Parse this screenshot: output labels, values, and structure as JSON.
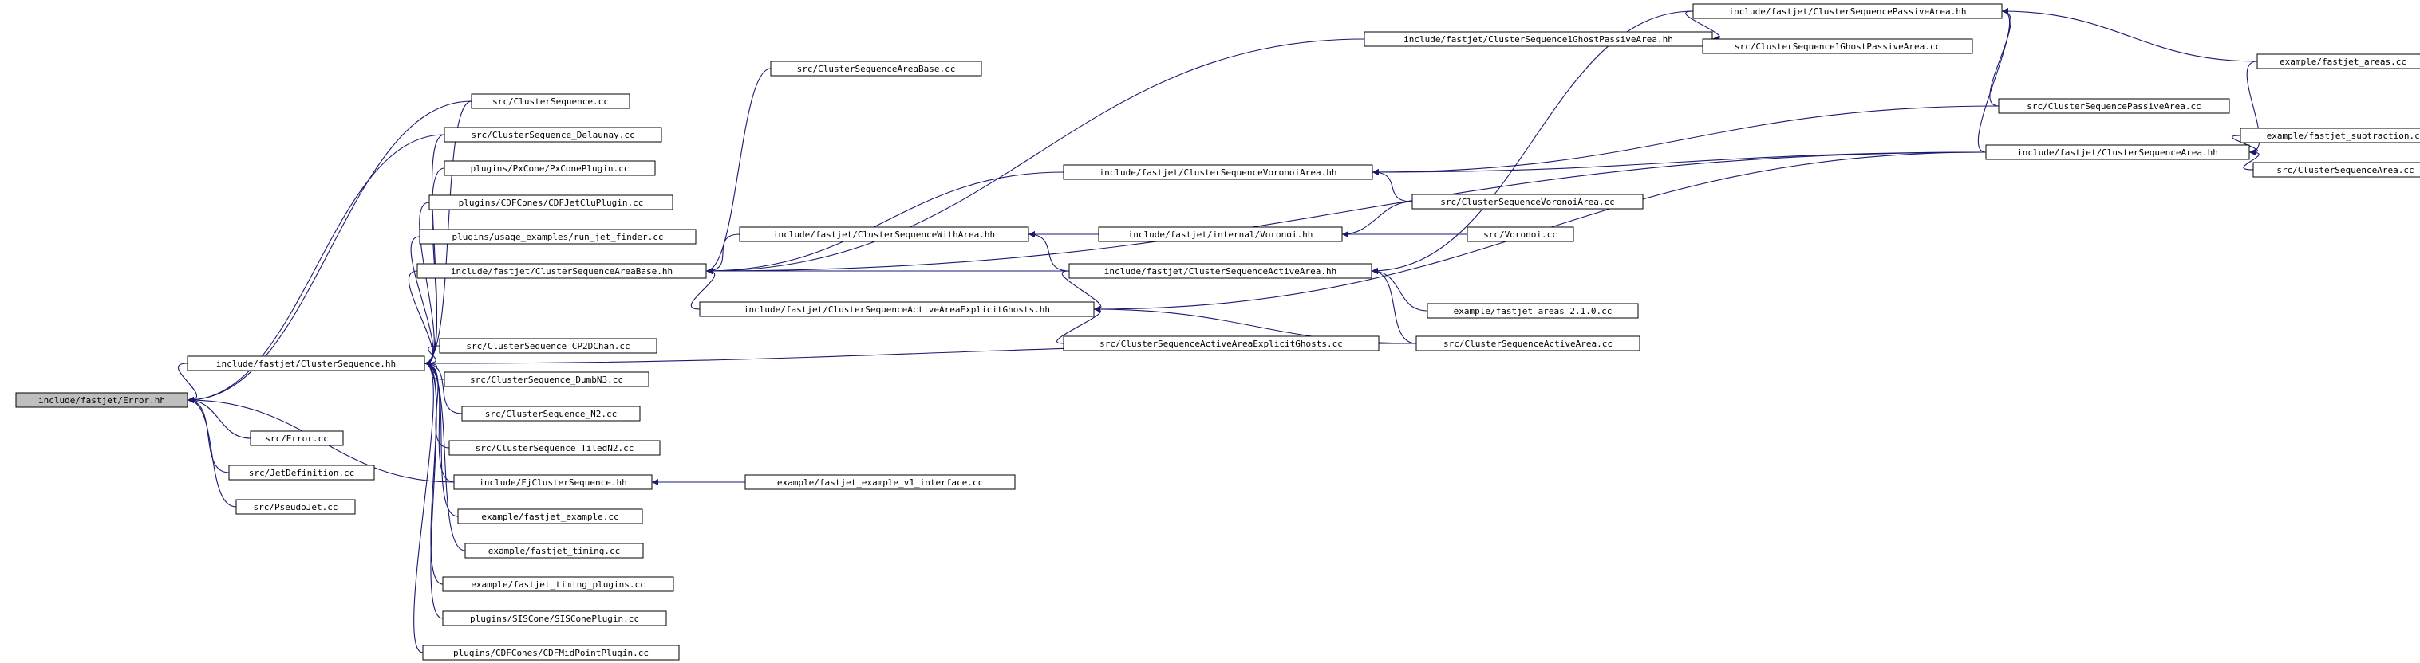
{
  "title": "",
  "nodes": [
    {
      "id": "err",
      "label": "include/fastjet/Error.hh",
      "highlight": true
    },
    {
      "id": "cs_hh",
      "label": "include/fastjet/ClusterSequence.hh"
    },
    {
      "id": "error_cc",
      "label": "src/Error.cc"
    },
    {
      "id": "jetdef_cc",
      "label": "src/JetDefinition.cc"
    },
    {
      "id": "pseudo_cc",
      "label": "src/PseudoJet.cc"
    },
    {
      "id": "cs_cc",
      "label": "src/ClusterSequence.cc"
    },
    {
      "id": "cs_delaunay",
      "label": "src/ClusterSequence_Delaunay.cc"
    },
    {
      "id": "pxcone",
      "label": "plugins/PxCone/PxConePlugin.cc"
    },
    {
      "id": "cdfjetclu",
      "label": "plugins/CDFCones/CDFJetCluPlugin.cc"
    },
    {
      "id": "runjet",
      "label": "plugins/usage_examples/run_jet_finder.cc"
    },
    {
      "id": "csab_hh",
      "label": "include/fastjet/ClusterSequenceAreaBase.hh"
    },
    {
      "id": "cs_cp2d",
      "label": "src/ClusterSequence_CP2DChan.cc"
    },
    {
      "id": "cs_dumbn3",
      "label": "src/ClusterSequence_DumbN3.cc"
    },
    {
      "id": "cs_n2",
      "label": "src/ClusterSequence_N2.cc"
    },
    {
      "id": "cs_tiled",
      "label": "src/ClusterSequence_TiledN2.cc"
    },
    {
      "id": "fjcs_hh",
      "label": "include/FjClusterSequence.hh"
    },
    {
      "id": "ex_example",
      "label": "example/fastjet_example.cc"
    },
    {
      "id": "ex_timing",
      "label": "example/fastjet_timing.cc"
    },
    {
      "id": "ex_timing_pl",
      "label": "example/fastjet_timing_plugins.cc"
    },
    {
      "id": "siscone",
      "label": "plugins/SISCone/SISConePlugin.cc"
    },
    {
      "id": "cdfmid",
      "label": "plugins/CDFCones/CDFMidPointPlugin.cc"
    },
    {
      "id": "ex_v1",
      "label": "example/fastjet_example_v1_interface.cc"
    },
    {
      "id": "csab_cc",
      "label": "src/ClusterSequenceAreaBase.cc"
    },
    {
      "id": "cswa_hh",
      "label": "include/fastjet/ClusterSequenceWithArea.hh"
    },
    {
      "id": "csaaeg_hh",
      "label": "include/fastjet/ClusterSequenceActiveAreaExplicitGhosts.hh"
    },
    {
      "id": "cs1gpa_hh",
      "label": "include/fastjet/ClusterSequence1GhostPassiveArea.hh"
    },
    {
      "id": "csva_hh",
      "label": "include/fastjet/ClusterSequenceVoronoiArea.hh"
    },
    {
      "id": "voronoi_hh",
      "label": "include/fastjet/internal/Voronoi.hh"
    },
    {
      "id": "csaa_hh",
      "label": "include/fastjet/ClusterSequenceActiveArea.hh"
    },
    {
      "id": "csaaeg_cc",
      "label": "src/ClusterSequenceActiveAreaExplicitGhosts.cc"
    },
    {
      "id": "cspa_hh",
      "label": "include/fastjet/ClusterSequencePassiveArea.hh"
    },
    {
      "id": "cs1gpa_cc",
      "label": "src/ClusterSequence1GhostPassiveArea.cc"
    },
    {
      "id": "csva_cc",
      "label": "src/ClusterSequenceVoronoiArea.cc"
    },
    {
      "id": "voronoi_cc",
      "label": "src/Voronoi.cc"
    },
    {
      "id": "ex_areas21",
      "label": "example/fastjet_areas_2.1.0.cc"
    },
    {
      "id": "csaa_cc",
      "label": "src/ClusterSequenceActiveArea.cc"
    },
    {
      "id": "cspa_cc",
      "label": "src/ClusterSequencePassiveArea.cc"
    },
    {
      "id": "csa_hh",
      "label": "include/fastjet/ClusterSequenceArea.hh"
    },
    {
      "id": "ex_areas",
      "label": "example/fastjet_areas.cc"
    },
    {
      "id": "ex_sub",
      "label": "example/fastjet_subtraction.cc"
    },
    {
      "id": "csa_cc",
      "label": "src/ClusterSequenceArea.cc"
    }
  ],
  "edges": [
    [
      "cs_hh",
      "err"
    ],
    [
      "error_cc",
      "err"
    ],
    [
      "jetdef_cc",
      "err"
    ],
    [
      "pseudo_cc",
      "err"
    ],
    [
      "cs_cc",
      "err"
    ],
    [
      "cs_delaunay",
      "err"
    ],
    [
      "fjcs_hh",
      "err"
    ],
    [
      "cs_cc",
      "cs_hh"
    ],
    [
      "cs_delaunay",
      "cs_hh"
    ],
    [
      "pxcone",
      "cs_hh"
    ],
    [
      "cdfjetclu",
      "cs_hh"
    ],
    [
      "runjet",
      "cs_hh"
    ],
    [
      "csab_hh",
      "cs_hh"
    ],
    [
      "cs_cp2d",
      "cs_hh"
    ],
    [
      "cs_dumbn3",
      "cs_hh"
    ],
    [
      "cs_n2",
      "cs_hh"
    ],
    [
      "cs_tiled",
      "cs_hh"
    ],
    [
      "fjcs_hh",
      "cs_hh"
    ],
    [
      "ex_example",
      "cs_hh"
    ],
    [
      "ex_timing",
      "cs_hh"
    ],
    [
      "ex_timing_pl",
      "cs_hh"
    ],
    [
      "siscone",
      "cs_hh"
    ],
    [
      "cdfmid",
      "cs_hh"
    ],
    [
      "csaa_cc",
      "cs_hh"
    ],
    [
      "ex_v1",
      "fjcs_hh"
    ],
    [
      "csab_cc",
      "csab_hh"
    ],
    [
      "cswa_hh",
      "csab_hh"
    ],
    [
      "csaaeg_hh",
      "csab_hh"
    ],
    [
      "cs1gpa_hh",
      "csab_hh"
    ],
    [
      "csva_hh",
      "csab_hh"
    ],
    [
      "csaa_hh",
      "csab_hh"
    ],
    [
      "csa_hh",
      "csab_hh"
    ],
    [
      "voronoi_hh",
      "cswa_hh"
    ],
    [
      "csaa_hh",
      "cswa_hh"
    ],
    [
      "csaa_hh",
      "csaaeg_hh"
    ],
    [
      "csaaeg_cc",
      "csaaeg_hh"
    ],
    [
      "csaa_cc",
      "csaaeg_hh"
    ],
    [
      "csa_hh",
      "csaaeg_hh"
    ],
    [
      "cspa_hh",
      "cs1gpa_hh"
    ],
    [
      "cs1gpa_cc",
      "cs1gpa_hh"
    ],
    [
      "csva_cc",
      "csva_hh"
    ],
    [
      "csa_hh",
      "csva_hh"
    ],
    [
      "cspa_cc",
      "csva_hh"
    ],
    [
      "voronoi_cc",
      "voronoi_hh"
    ],
    [
      "csva_cc",
      "voronoi_hh"
    ],
    [
      "ex_areas21",
      "csaa_hh"
    ],
    [
      "csaa_cc",
      "csaa_hh"
    ],
    [
      "cspa_hh",
      "csaa_hh"
    ],
    [
      "cspa_cc",
      "cspa_hh"
    ],
    [
      "csa_hh",
      "cspa_hh"
    ],
    [
      "ex_areas",
      "cspa_hh"
    ],
    [
      "ex_areas",
      "csa_hh"
    ],
    [
      "ex_sub",
      "csa_hh"
    ],
    [
      "csa_cc",
      "csa_hh"
    ]
  ],
  "colors": {
    "edge": "#191970",
    "node_border": "#000000",
    "node_fill": "#ffffff",
    "highlight_fill": "#bfbfbf",
    "text": "#000000"
  }
}
